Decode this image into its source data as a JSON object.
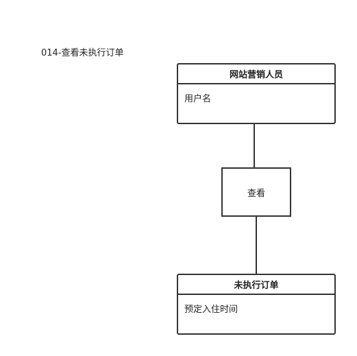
{
  "diagram": {
    "title": "014-查看未执行订单",
    "entities": [
      {
        "name": "网站营销人员",
        "attributes": [
          "用户名"
        ]
      },
      {
        "name": "未执行订单",
        "attributes": [
          "预定入住时间"
        ]
      }
    ],
    "relationship": {
      "label": "查看"
    },
    "colors": {
      "line": "#333333",
      "background": "#ffffff"
    }
  }
}
